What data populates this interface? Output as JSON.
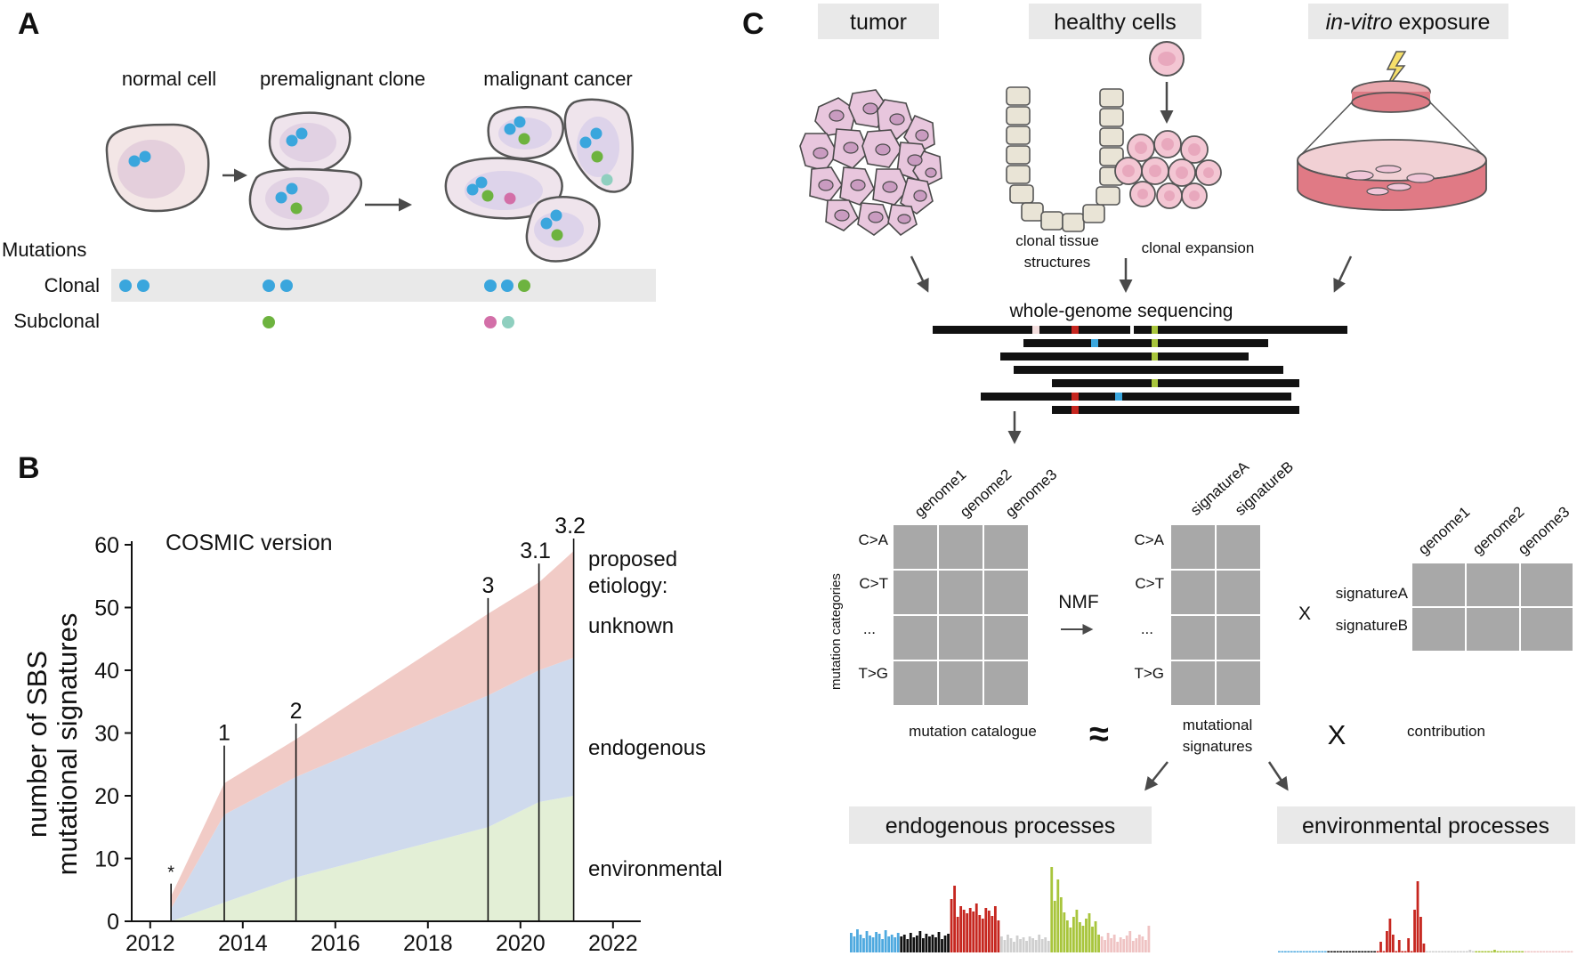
{
  "panel_a": {
    "letter": "A",
    "stages": [
      "normal cell",
      "premalignant clone",
      "malignant cancer"
    ],
    "mutations_title": "Mutations",
    "rows": [
      "Clonal",
      "Subclonal"
    ],
    "colors": {
      "blue": "#3aa6dd",
      "green": "#6db33f",
      "pink": "#d36fa8",
      "teal": "#8fcfbf",
      "cell_fill": "#efe4ec",
      "nucleus": "#dccde3",
      "band": "#e9e9e9"
    }
  },
  "panel_b": {
    "letter": "B",
    "legend_title": "COSMIC version",
    "ylabel_line1": "number of SBS",
    "ylabel_line2": "mutational signatures",
    "etiology_title_line1": "proposed",
    "etiology_title_line2": "etiology:",
    "categories": [
      "unknown",
      "endogenous",
      "environmental"
    ],
    "release_marks": [
      {
        "label": "*",
        "year": 2012.45,
        "height": 6
      },
      {
        "label": "1",
        "year": 2013.6,
        "height": 28
      },
      {
        "label": "2",
        "year": 2015.15,
        "height": 31.5
      },
      {
        "label": "3",
        "year": 2019.3,
        "height": 51.5
      },
      {
        "label": "3.1",
        "year": 2020.4,
        "height": 57
      },
      {
        "label": "3.2",
        "year": 2021.15,
        "height": 61
      }
    ]
  },
  "chart_data": {
    "type": "area",
    "xlabel": "",
    "ylabel": "number of SBS mutational signatures",
    "xlim": [
      2011.6,
      2022.6
    ],
    "ylim": [
      0,
      60
    ],
    "xticks": [
      2012,
      2014,
      2016,
      2018,
      2020,
      2022
    ],
    "yticks": [
      0,
      10,
      20,
      30,
      40,
      50,
      60
    ],
    "x": [
      2012.45,
      2013.6,
      2015.15,
      2019.3,
      2020.4,
      2021.15
    ],
    "series": [
      {
        "name": "environmental",
        "color": "#e3efd6",
        "values": [
          0,
          3,
          7,
          15,
          19,
          20
        ]
      },
      {
        "name": "endogenous",
        "color": "#cfdaed",
        "values": [
          2,
          14,
          16,
          21,
          21,
          22
        ]
      },
      {
        "name": "unknown",
        "color": "#f1cbc6",
        "values": [
          2,
          5,
          6,
          13,
          14,
          17
        ]
      }
    ]
  },
  "panel_c": {
    "letter": "C",
    "sources": {
      "tumor": "tumor",
      "healthy": "healthy cells",
      "invitro_italic": "in-vitro",
      "invitro_rest": " exposure"
    },
    "clonal_tissue_line1": "clonal tissue",
    "clonal_tissue_line2": "structures",
    "clonal_expansion": "clonal expansion",
    "wgs": "whole-genome sequencing",
    "mutation_categories": "mutation categories",
    "row_labels": [
      "C>A",
      "C>T",
      "...",
      "T>G"
    ],
    "genome_headers": [
      "genome1",
      "genome2",
      "genome3"
    ],
    "signature_headers": [
      "signatureA",
      "signatureB"
    ],
    "nmf": "NMF",
    "x_small": "X",
    "mutation_catalogue": "mutation catalogue",
    "approx": "≈",
    "mut_sig_line1": "mutational",
    "mut_sig_line2": "signatures",
    "x_big": "X",
    "contribution": "contribution",
    "endogenous_processes": "endogenous processes",
    "environmental_processes": "environmental processes",
    "spectrum_colors": [
      "#4ea9df",
      "#111111",
      "#c6261f",
      "#cfcfcf",
      "#a8c53c",
      "#efc3c3"
    ]
  }
}
